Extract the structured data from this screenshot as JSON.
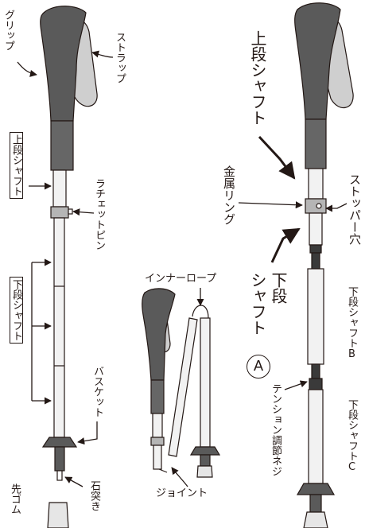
{
  "labels": {
    "grip": "グリップ",
    "strap": "ストラップ",
    "upper_shaft_left": "上段シャフト",
    "ratchet_pin": "ラチェットピン",
    "lower_shaft_left": "下段シャフト",
    "basket": "バスケット",
    "stone_tip": "石突き",
    "tip_rubber": "先ゴム",
    "inner_rope": "インナーロープ",
    "joint": "ジョイント",
    "upper_shaft_right": "上段シャフト",
    "metal_ring": "金属リング",
    "stopper_hole": "ストッパー穴",
    "lower_shaft_a_line1": "下段",
    "lower_shaft_a_line2": "シャフト",
    "lower_shaft_a_badge": "Ⓐ",
    "lower_shaft_b": "下段シャフトB",
    "tension_screw": "テンション調節ネジ",
    "lower_shaft_c": "下段シャフトC"
  },
  "colors": {
    "outline": "#231815",
    "grip": "#5a5a5a",
    "grip_lower": "#666666",
    "strap": "#cfcfcf",
    "shaft": "#f2f2f2",
    "ring": "#b5b5b5",
    "joint": "#3a3a3a"
  }
}
